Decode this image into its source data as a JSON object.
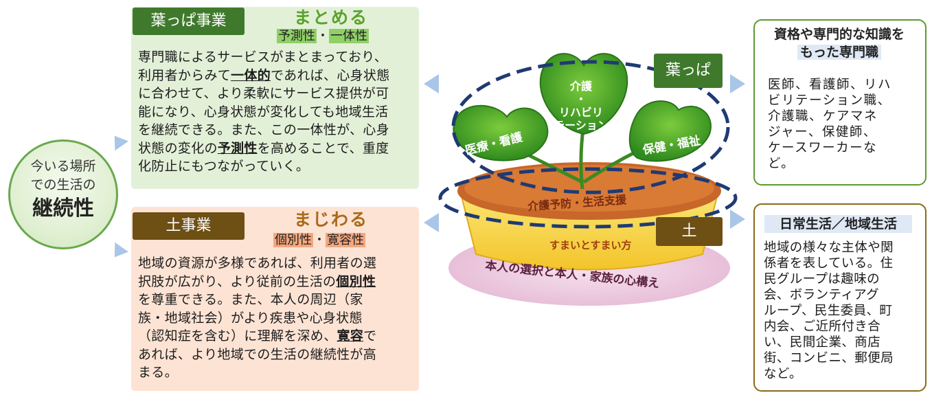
{
  "left_circle": {
    "line1": "今いる場所",
    "line2": "での生活の",
    "line3": "継続性"
  },
  "leaf_panel": {
    "tag": "葉っぱ事業",
    "heading": "まとめる",
    "subheading_a": "予測性",
    "subheading_sep": "・",
    "subheading_b": "一体性",
    "body": [
      {
        "text": "専門職によるサービスがまとまっており、"
      },
      {
        "pre": "利用者からみて",
        "em": "一体的",
        "post": "であれば、心身状態"
      },
      {
        "text": "に合わせて、より柔軟にサービス提供が可"
      },
      {
        "text": "能になり、心身状態が変化しても地域生活"
      },
      {
        "text": "を継続できる。また、この一体性が、心身"
      },
      {
        "pre": "状態の変化の",
        "em": "予測性",
        "post": "を高めることで、重度"
      },
      {
        "text": "化防止にもつながっていく。"
      }
    ]
  },
  "soil_panel": {
    "tag": "土事業",
    "heading": "まじわる",
    "subheading_a": "個別性",
    "subheading_sep": "・",
    "subheading_b": "寛容性",
    "body": [
      {
        "text": "地域の資源が多様であれば、利用者の選"
      },
      {
        "pre": "択肢が広がり、より従前の生活の",
        "em": "個別性",
        "post": ""
      },
      {
        "text": "を尊重できる。また、本人の周辺（家"
      },
      {
        "text": "族・地域社会）がより疾患や心身状態"
      },
      {
        "pre": "（認知症を含む）に理解を深め、",
        "em": "寛容",
        "post": "で"
      },
      {
        "text": "あれば、より地域での生活の継続性が高"
      },
      {
        "text": "まる。"
      }
    ]
  },
  "plant": {
    "leaf_left": "医療・看護",
    "leaf_center_1": "介護",
    "leaf_center_2": "・",
    "leaf_center_3": "リハビリ",
    "leaf_center_4": "テーション",
    "leaf_right": "保健・福祉",
    "soil_label": "介護予防・生活支援",
    "pot_label": "すまいとすまい方",
    "saucer_label": "本人の選択と本人・家族の心構え",
    "badge_leaf": "葉っぱ",
    "badge_soil": "土"
  },
  "right_top": {
    "title_1": "資格や専門的な知識を",
    "title_2": "もった専門職",
    "body": [
      "医師、看護師、リハ",
      "ビリテーション職、",
      "介護職、ケアマネ",
      "ジャー、保健師、",
      "ケースワーカーな",
      "ど。"
    ]
  },
  "right_bottom": {
    "title": "日常生活／地域生活",
    "body": [
      "地域の様々な主体や関",
      "係者を表している。住",
      "民グループは趣味の",
      "会、ボランティアグ",
      "ループ、民生委員、町",
      "内会、ご近所付き合",
      "い、民間企業、商店",
      "街、コンビニ、郵便局",
      "など。"
    ]
  },
  "colors": {
    "leaf_tag": "#3f7a2c",
    "soil_tag": "#6e4f14",
    "leaf_panel_bg": "#e3f0d8",
    "soil_panel_bg": "#fde3d4",
    "arrow": "#a9c6e8",
    "leaf_heading": "#5aa32c",
    "soil_heading": "#a86a1a"
  }
}
